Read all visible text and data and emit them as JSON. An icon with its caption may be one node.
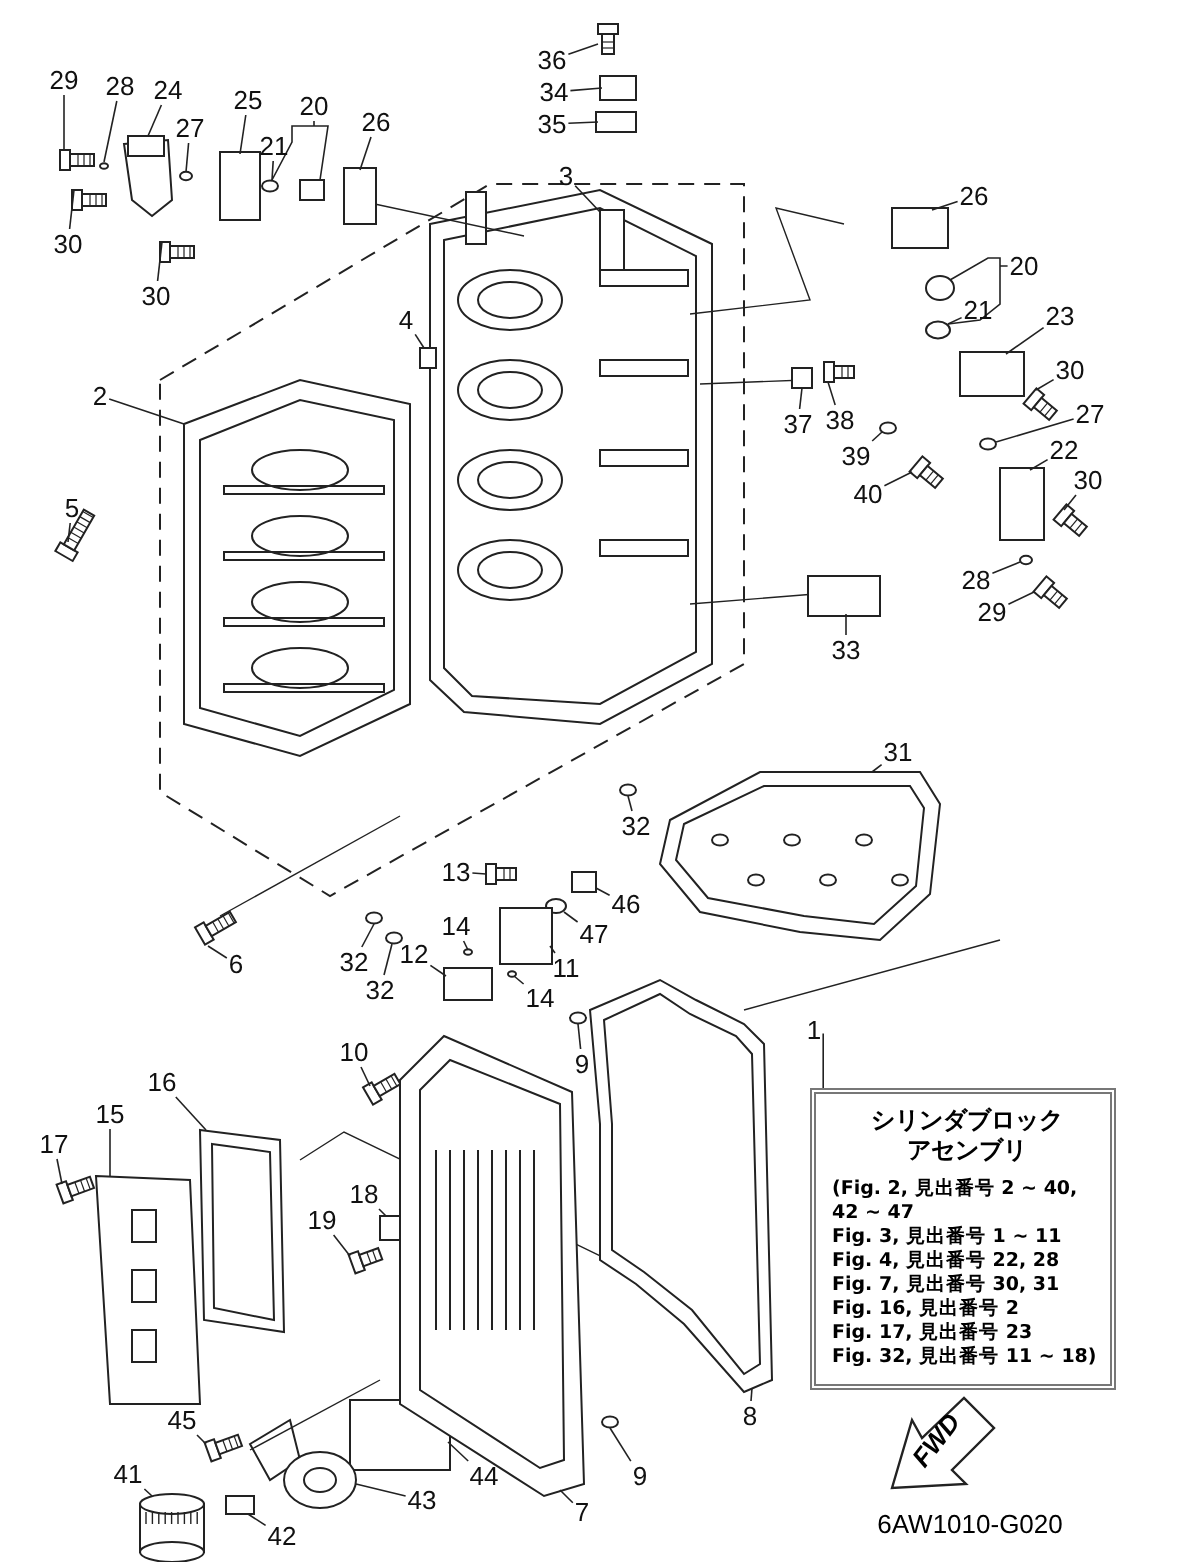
{
  "diagram": {
    "nodes": [
      {
        "text": [
          "シリンダブロックアセンブリ",
          "(Fig. 2, 見出番号 2 ~ 40, 42 ~ 47",
          "Fig. 3, 見出番号 1 ~ 11",
          "Fig. 4, 見出番号 22, 28",
          "Fig. 7, 見出番号 30, 31",
          "Fig. 16, 見出番号 2",
          "Fig. 17, 見出番号 23",
          "Fig. 32, 見出番号 11 ~ 18)"
        ]
      },
      {
        "text": [
          "29"
        ]
      },
      {
        "text": [
          "28"
        ]
      },
      {
        "text": [
          "24"
        ]
      },
      {
        "text": [
          "25"
        ]
      },
      {
        "text": [
          "20"
        ]
      },
      {
        "text": [
          "36"
        ]
      },
      {
        "text": [
          "27"
        ]
      },
      {
        "text": [
          "26"
        ]
      },
      {
        "text": [
          "21"
        ]
      },
      {
        "text": [
          "34"
        ]
      },
      {
        "text": [
          "35"
        ]
      },
      {
        "text": [
          "26"
        ]
      },
      {
        "text": [
          "3"
        ]
      },
      {
        "text": [
          "30"
        ]
      },
      {
        "text": [
          "20"
        ]
      },
      {
        "text": [
          "30"
        ]
      },
      {
        "text": [
          "21"
        ]
      },
      {
        "text": [
          "23"
        ]
      },
      {
        "text": [
          "4"
        ]
      },
      {
        "text": [
          "30"
        ]
      },
      {
        "text": [
          "2"
        ]
      },
      {
        "text": [
          "37"
        ]
      },
      {
        "text": [
          "38"
        ]
      },
      {
        "text": [
          "27"
        ]
      },
      {
        "text": [
          "22"
        ]
      },
      {
        "text": [
          "39"
        ]
      },
      {
        "text": [
          "30"
        ]
      },
      {
        "text": [
          "40"
        ]
      },
      {
        "text": [
          "5"
        ]
      },
      {
        "text": [
          "28"
        ]
      },
      {
        "text": [
          "29"
        ]
      },
      {
        "text": [
          "33"
        ]
      },
      {
        "text": [
          "31"
        ]
      },
      {
        "text": [
          "32"
        ]
      },
      {
        "text": [
          "13"
        ]
      },
      {
        "text": [
          "46"
        ]
      },
      {
        "text": [
          "14"
        ]
      },
      {
        "text": [
          "47"
        ]
      },
      {
        "text": [
          "11"
        ]
      },
      {
        "text": [
          "12"
        ]
      },
      {
        "text": [
          "32"
        ]
      },
      {
        "text": [
          "6"
        ]
      },
      {
        "text": [
          "32"
        ]
      },
      {
        "text": [
          "14"
        ]
      },
      {
        "text": [
          "1"
        ]
      },
      {
        "text": [
          "10"
        ]
      },
      {
        "text": [
          "9"
        ]
      },
      {
        "text": [
          "16"
        ]
      },
      {
        "text": [
          "15"
        ]
      },
      {
        "text": [
          "17"
        ]
      },
      {
        "text": [
          "18"
        ]
      },
      {
        "text": [
          "19"
        ]
      },
      {
        "text": [
          "8"
        ]
      },
      {
        "text": [
          "45"
        ]
      },
      {
        "text": [
          "44"
        ]
      },
      {
        "text": [
          "41"
        ]
      },
      {
        "text": [
          "9"
        ]
      },
      {
        "text": [
          "43"
        ]
      },
      {
        "text": [
          "7"
        ]
      },
      {
        "text": [
          "42"
        ]
      },
      {
        "text": [],
        "shape": "picture"
      },
      {
        "text": [],
        "shape": "circle"
      },
      {
        "text": [],
        "shape": "picture"
      },
      {
        "text": [],
        "shape": "box"
      },
      {
        "text": [],
        "shape": "box"
      },
      {
        "text": [],
        "shape": "picture"
      },
      {
        "text": [],
        "shape": "circle"
      },
      {
        "text": [],
        "shape": "box"
      },
      {
        "text": [],
        "shape": "circle"
      },
      {
        "text": [],
        "shape": "box"
      },
      {
        "text": [],
        "shape": "box"
      },
      {
        "text": [],
        "shape": "box"
      },
      {
        "text": [],
        "shape": "box"
      },
      {
        "text": [],
        "shape": "picture"
      },
      {
        "text": [],
        "shape": "circle"
      },
      {
        "text": [],
        "shape": "picture"
      },
      {
        "text": [],
        "shape": "circle"
      },
      {
        "text": [],
        "shape": "box"
      },
      {
        "text": [],
        "shape": "box"
      },
      {
        "text": [],
        "shape": "picture"
      },
      {
        "text": [],
        "shape": "picture"
      },
      {
        "text": [],
        "shape": "box"
      },
      {
        "text": [],
        "shape": "picture"
      },
      {
        "text": [],
        "shape": "circle"
      },
      {
        "text": [],
        "shape": "box"
      },
      {
        "text": [],
        "shape": "circle"
      },
      {
        "text": [],
        "shape": "picture"
      },
      {
        "text": [],
        "shape": "picture"
      },
      {
        "text": [],
        "shape": "picture"
      },
      {
        "text": [],
        "shape": "circle"
      },
      {
        "text": [],
        "shape": "picture"
      },
      {
        "text": [],
        "shape": "box"
      },
      {
        "text": [],
        "shape": "picture"
      },
      {
        "text": [],
        "shape": "circle"
      },
      {
        "text": [],
        "shape": "picture"
      },
      {
        "text": [],
        "shape": "box"
      },
      {
        "text": [],
        "shape": "circle"
      },
      {
        "text": [],
        "shape": "circle"
      },
      {
        "text": [],
        "shape": "box"
      },
      {
        "text": [],
        "shape": "box"
      },
      {
        "text": [],
        "shape": "circle"
      },
      {
        "text": [],
        "shape": "picture"
      },
      {
        "text": [],
        "shape": "circle"
      },
      {
        "text": [],
        "shape": "circle"
      },
      {
        "text": [],
        "shape": "picture"
      },
      {
        "text": [],
        "shape": "circle"
      },
      {
        "text": [],
        "shape": "picture"
      },
      {
        "text": [],
        "shape": "picture"
      },
      {
        "text": [],
        "shape": "picture"
      },
      {
        "text": [],
        "shape": "box"
      },
      {
        "text": [],
        "shape": "picture"
      },
      {
        "text": [],
        "shape": "picture"
      },
      {
        "text": [],
        "shape": "picture"
      },
      {
        "text": [],
        "shape": "box"
      },
      {
        "text": [],
        "shape": "picture"
      },
      {
        "text": [],
        "shape": "circle"
      },
      {
        "text": [],
        "shape": "picture"
      },
      {
        "text": [],
        "shape": "picture"
      },
      {
        "text": [],
        "shape": "box"
      }
    ],
    "edges": [
      {
        "from": 1,
        "to": 61,
        "arrow": "none"
      },
      {
        "from": 2,
        "to": 62,
        "arrow": "none"
      },
      {
        "from": 3,
        "to": 63,
        "arrow": "none"
      },
      {
        "from": 4,
        "to": 64,
        "arrow": "none"
      },
      {
        "from": 5,
        "to": 65,
        "arrow": "none"
      },
      {
        "from": 6,
        "to": 66,
        "arrow": "none"
      },
      {
        "from": 7,
        "to": 67,
        "arrow": "none"
      },
      {
        "from": 8,
        "to": 68,
        "arrow": "none"
      },
      {
        "from": 9,
        "to": 69,
        "arrow": "none"
      },
      {
        "from": 10,
        "to": 70,
        "arrow": "none"
      },
      {
        "from": 11,
        "to": 71,
        "arrow": "none"
      },
      {
        "from": 12,
        "to": 72,
        "arrow": "none"
      },
      {
        "from": 13,
        "to": 73,
        "arrow": "none"
      },
      {
        "from": 14,
        "to": 74,
        "arrow": "none"
      },
      {
        "from": 15,
        "to": 75,
        "arrow": "none"
      },
      {
        "from": 16,
        "to": 76,
        "arrow": "none"
      },
      {
        "from": 17,
        "to": 77,
        "arrow": "none"
      },
      {
        "from": 18,
        "to": 78,
        "arrow": "none"
      },
      {
        "from": 19,
        "to": 79,
        "arrow": "none"
      },
      {
        "from": 20,
        "to": 80,
        "arrow": "none"
      },
      {
        "from": 21,
        "to": 81,
        "arrow": "none"
      },
      {
        "from": 22,
        "to": 82,
        "arrow": "none"
      },
      {
        "from": 23,
        "to": 83,
        "arrow": "none"
      },
      {
        "from": 24,
        "to": 84,
        "arrow": "none"
      },
      {
        "from": 25,
        "to": 85,
        "arrow": "none"
      },
      {
        "from": 26,
        "to": 86,
        "arrow": "none"
      },
      {
        "from": 27,
        "to": 87,
        "arrow": "none"
      },
      {
        "from": 28,
        "to": 88,
        "arrow": "none"
      },
      {
        "from": 29,
        "to": 89,
        "arrow": "none"
      },
      {
        "from": 30,
        "to": 90,
        "arrow": "none"
      },
      {
        "from": 31,
        "to": 91,
        "arrow": "none"
      },
      {
        "from": 32,
        "to": 92,
        "arrow": "none"
      },
      {
        "from": 33,
        "to": 93,
        "arrow": "none"
      },
      {
        "from": 34,
        "to": 94,
        "arrow": "none"
      },
      {
        "from": 35,
        "to": 95,
        "arrow": "none"
      },
      {
        "from": 36,
        "to": 96,
        "arrow": "none"
      },
      {
        "from": 37,
        "to": 97,
        "arrow": "none"
      },
      {
        "from": 38,
        "to": 98,
        "arrow": "none"
      },
      {
        "from": 39,
        "to": 99,
        "arrow": "none"
      },
      {
        "from": 40,
        "to": 100,
        "arrow": "none"
      },
      {
        "from": 41,
        "to": 101,
        "arrow": "none"
      },
      {
        "from": 42,
        "to": 102,
        "arrow": "none"
      },
      {
        "from": 43,
        "to": 103,
        "arrow": "none"
      },
      {
        "from": 44,
        "to": 104,
        "arrow": "none"
      },
      {
        "from": 45,
        "to": 0,
        "arrow": "none"
      },
      {
        "from": 46,
        "to": 105,
        "arrow": "none"
      },
      {
        "from": 47,
        "to": 106,
        "arrow": "none"
      },
      {
        "from": 48,
        "to": 107,
        "arrow": "none"
      },
      {
        "from": 49,
        "to": 108,
        "arrow": "none"
      },
      {
        "from": 50,
        "to": 109,
        "arrow": "none"
      },
      {
        "from": 51,
        "to": 110,
        "arrow": "none"
      },
      {
        "from": 52,
        "to": 111,
        "arrow": "none"
      },
      {
        "from": 53,
        "to": 112,
        "arrow": "none"
      },
      {
        "from": 54,
        "to": 113,
        "arrow": "none"
      },
      {
        "from": 55,
        "to": 114,
        "arrow": "none"
      },
      {
        "from": 56,
        "to": 115,
        "arrow": "none"
      },
      {
        "from": 57,
        "to": 116,
        "arrow": "none"
      },
      {
        "from": 58,
        "to": 117,
        "arrow": "none"
      },
      {
        "from": 59,
        "to": 118,
        "arrow": "none"
      },
      {
        "from": 60,
        "to": 119,
        "arrow": "none"
      },
      {
        "from": 5,
        "to": 69,
        "arrow": "none"
      },
      {
        "from": 15,
        "to": 77,
        "arrow": "none"
      }
    ],
    "labels": [
      "FWD",
      "6AW1010-G020"
    ]
  }
}
